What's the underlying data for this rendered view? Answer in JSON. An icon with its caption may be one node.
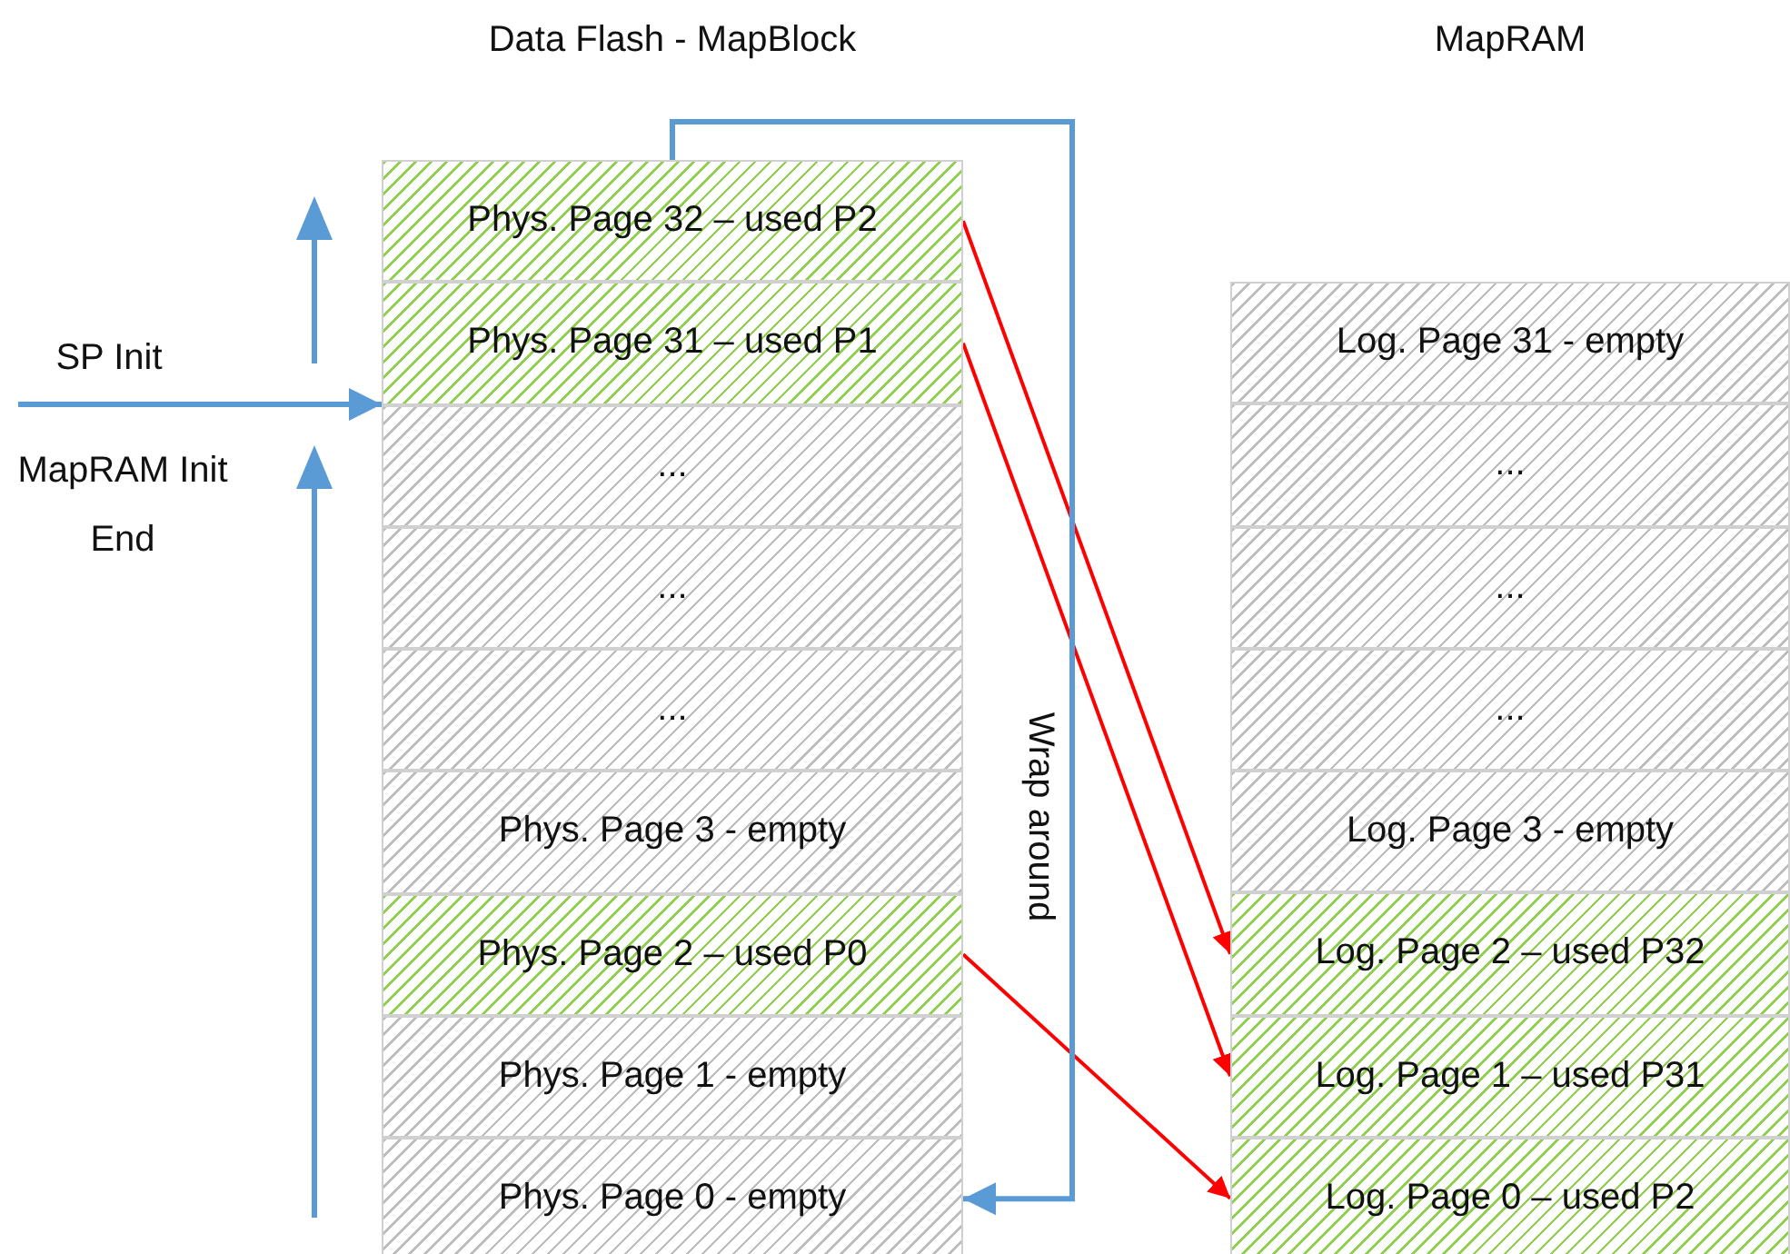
{
  "diagram": {
    "nodes": [
      {
        "text": [
          "Phys. Page 32 – used P2"
        ]
      },
      {
        "text": [
          "Phys. Page 31 – used P1"
        ]
      },
      {
        "text": [
          "..."
        ]
      },
      {
        "text": [
          "..."
        ]
      },
      {
        "text": [
          "..."
        ]
      },
      {
        "text": [
          "Phys. Page 3 - empty"
        ]
      },
      {
        "text": [
          "Phys. Page 2 – used P0"
        ]
      },
      {
        "text": [
          "Phys. Page 1 - empty"
        ]
      },
      {
        "text": [
          "Phys. Page 0 - empty"
        ]
      },
      {
        "text": [
          "Log. Page 31 - empty"
        ]
      },
      {
        "text": [
          "..."
        ]
      },
      {
        "text": [
          "..."
        ]
      },
      {
        "text": [
          "..."
        ]
      },
      {
        "text": [
          "Log. Page 3 - empty"
        ]
      },
      {
        "text": [
          "Log. Page 2 – used P32"
        ]
      },
      {
        "text": [
          "Log. Page 1 – used P31"
        ]
      },
      {
        "text": [
          "Log. Page 0 – used P2"
        ]
      }
    ],
    "edges": [
      {
        "from": 0,
        "to": 14,
        "arrow": "to"
      },
      {
        "from": 1,
        "to": 15,
        "arrow": "to"
      },
      {
        "from": 6,
        "to": 16,
        "arrow": "to"
      },
      {
        "from": 0,
        "to": 8,
        "arrow": "to",
        "label": "Wrap around",
        "color": "#5b9bd5"
      },
      {
        "from": null,
        "to": 2,
        "arrow": "to",
        "color": "#5b9bd5"
      }
    ],
    "labels": [
      "Data Flash - MapBlock",
      "MapRAM",
      "SP Init",
      "MapRAM Init End"
    ]
  }
}
